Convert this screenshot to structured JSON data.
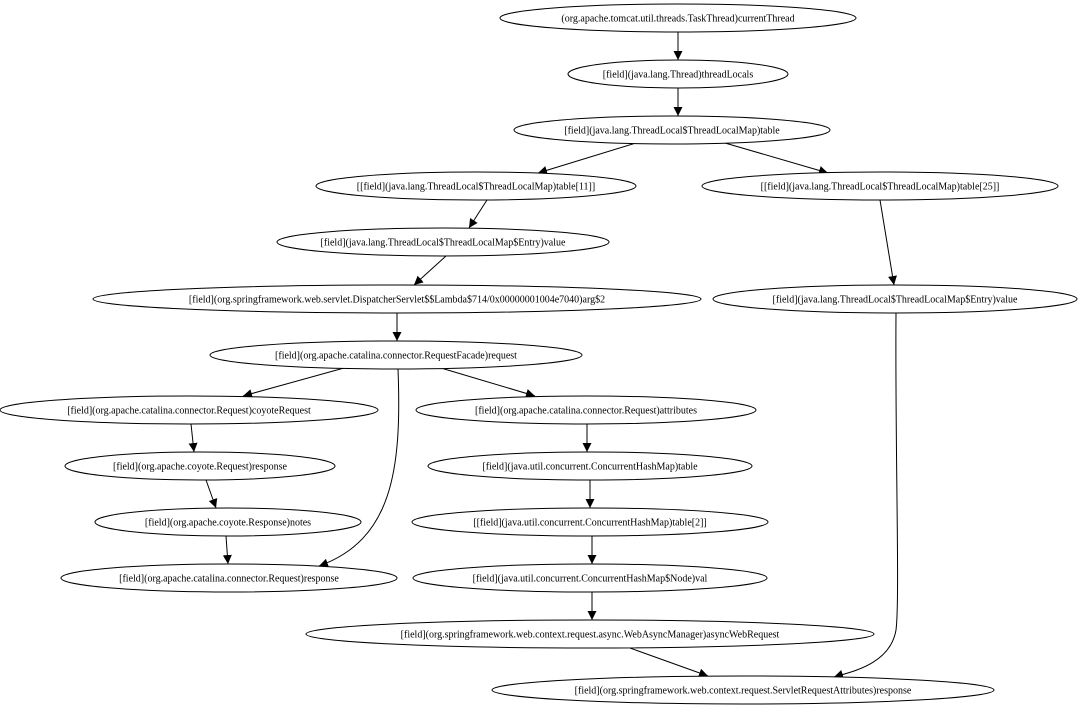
{
  "graph": {
    "nodes": [
      {
        "id": "n_current_thread",
        "label": "(org.apache.tomcat.util.threads.TaskThread)currentThread"
      },
      {
        "id": "n_thread_locals",
        "label": "[field](java.lang.Thread)threadLocals"
      },
      {
        "id": "n_tlmap_table",
        "label": "[field](java.lang.ThreadLocal$ThreadLocalMap)table"
      },
      {
        "id": "n_table_11",
        "label": "[[field](java.lang.ThreadLocal$ThreadLocalMap)table[11]]"
      },
      {
        "id": "n_table_25",
        "label": "[[field](java.lang.ThreadLocal$ThreadLocalMap)table[25]]"
      },
      {
        "id": "n_entry_value_a",
        "label": "[field](java.lang.ThreadLocal$ThreadLocalMap$Entry)value"
      },
      {
        "id": "n_entry_value_b",
        "label": "[field](java.lang.ThreadLocal$ThreadLocalMap$Entry)value"
      },
      {
        "id": "n_lambda_arg",
        "label": "[field](org.springframework.web.servlet.DispatcherServlet$$Lambda$714/0x00000001004e7040)arg$2"
      },
      {
        "id": "n_request_facade",
        "label": "[field](org.apache.catalina.connector.RequestFacade)request"
      },
      {
        "id": "n_coyote_request",
        "label": "[field](org.apache.catalina.connector.Request)coyoteRequest"
      },
      {
        "id": "n_attributes",
        "label": "[field](org.apache.catalina.connector.Request)attributes"
      },
      {
        "id": "n_coyote_response",
        "label": "[field](org.apache.coyote.Request)response"
      },
      {
        "id": "n_chm_table",
        "label": "[field](java.util.concurrent.ConcurrentHashMap)table"
      },
      {
        "id": "n_notes",
        "label": "[field](org.apache.coyote.Response)notes"
      },
      {
        "id": "n_chm_table_2",
        "label": "[[field](java.util.concurrent.ConcurrentHashMap)table[2]]"
      },
      {
        "id": "n_catalina_response",
        "label": "[field](org.apache.catalina.connector.Request)response"
      },
      {
        "id": "n_node_val",
        "label": "[field](java.util.concurrent.ConcurrentHashMap$Node)val"
      },
      {
        "id": "n_async_web_request",
        "label": "[field](org.springframework.web.context.request.async.WebAsyncManager)asyncWebRequest"
      },
      {
        "id": "n_servlet_response",
        "label": "[field](org.springframework.web.context.request.ServletRequestAttributes)response"
      }
    ],
    "edges": [
      {
        "from": "n_current_thread",
        "to": "n_thread_locals"
      },
      {
        "from": "n_thread_locals",
        "to": "n_tlmap_table"
      },
      {
        "from": "n_tlmap_table",
        "to": "n_table_11"
      },
      {
        "from": "n_tlmap_table",
        "to": "n_table_25"
      },
      {
        "from": "n_table_11",
        "to": "n_entry_value_a"
      },
      {
        "from": "n_table_25",
        "to": "n_entry_value_b"
      },
      {
        "from": "n_entry_value_a",
        "to": "n_lambda_arg"
      },
      {
        "from": "n_lambda_arg",
        "to": "n_request_facade"
      },
      {
        "from": "n_request_facade",
        "to": "n_coyote_request"
      },
      {
        "from": "n_request_facade",
        "to": "n_attributes"
      },
      {
        "from": "n_request_facade",
        "to": "n_catalina_response"
      },
      {
        "from": "n_coyote_request",
        "to": "n_coyote_response"
      },
      {
        "from": "n_coyote_response",
        "to": "n_notes"
      },
      {
        "from": "n_notes",
        "to": "n_catalina_response"
      },
      {
        "from": "n_attributes",
        "to": "n_chm_table"
      },
      {
        "from": "n_chm_table",
        "to": "n_chm_table_2"
      },
      {
        "from": "n_chm_table_2",
        "to": "n_node_val"
      },
      {
        "from": "n_node_val",
        "to": "n_async_web_request"
      },
      {
        "from": "n_async_web_request",
        "to": "n_servlet_response"
      },
      {
        "from": "n_entry_value_b",
        "to": "n_servlet_response"
      }
    ]
  }
}
